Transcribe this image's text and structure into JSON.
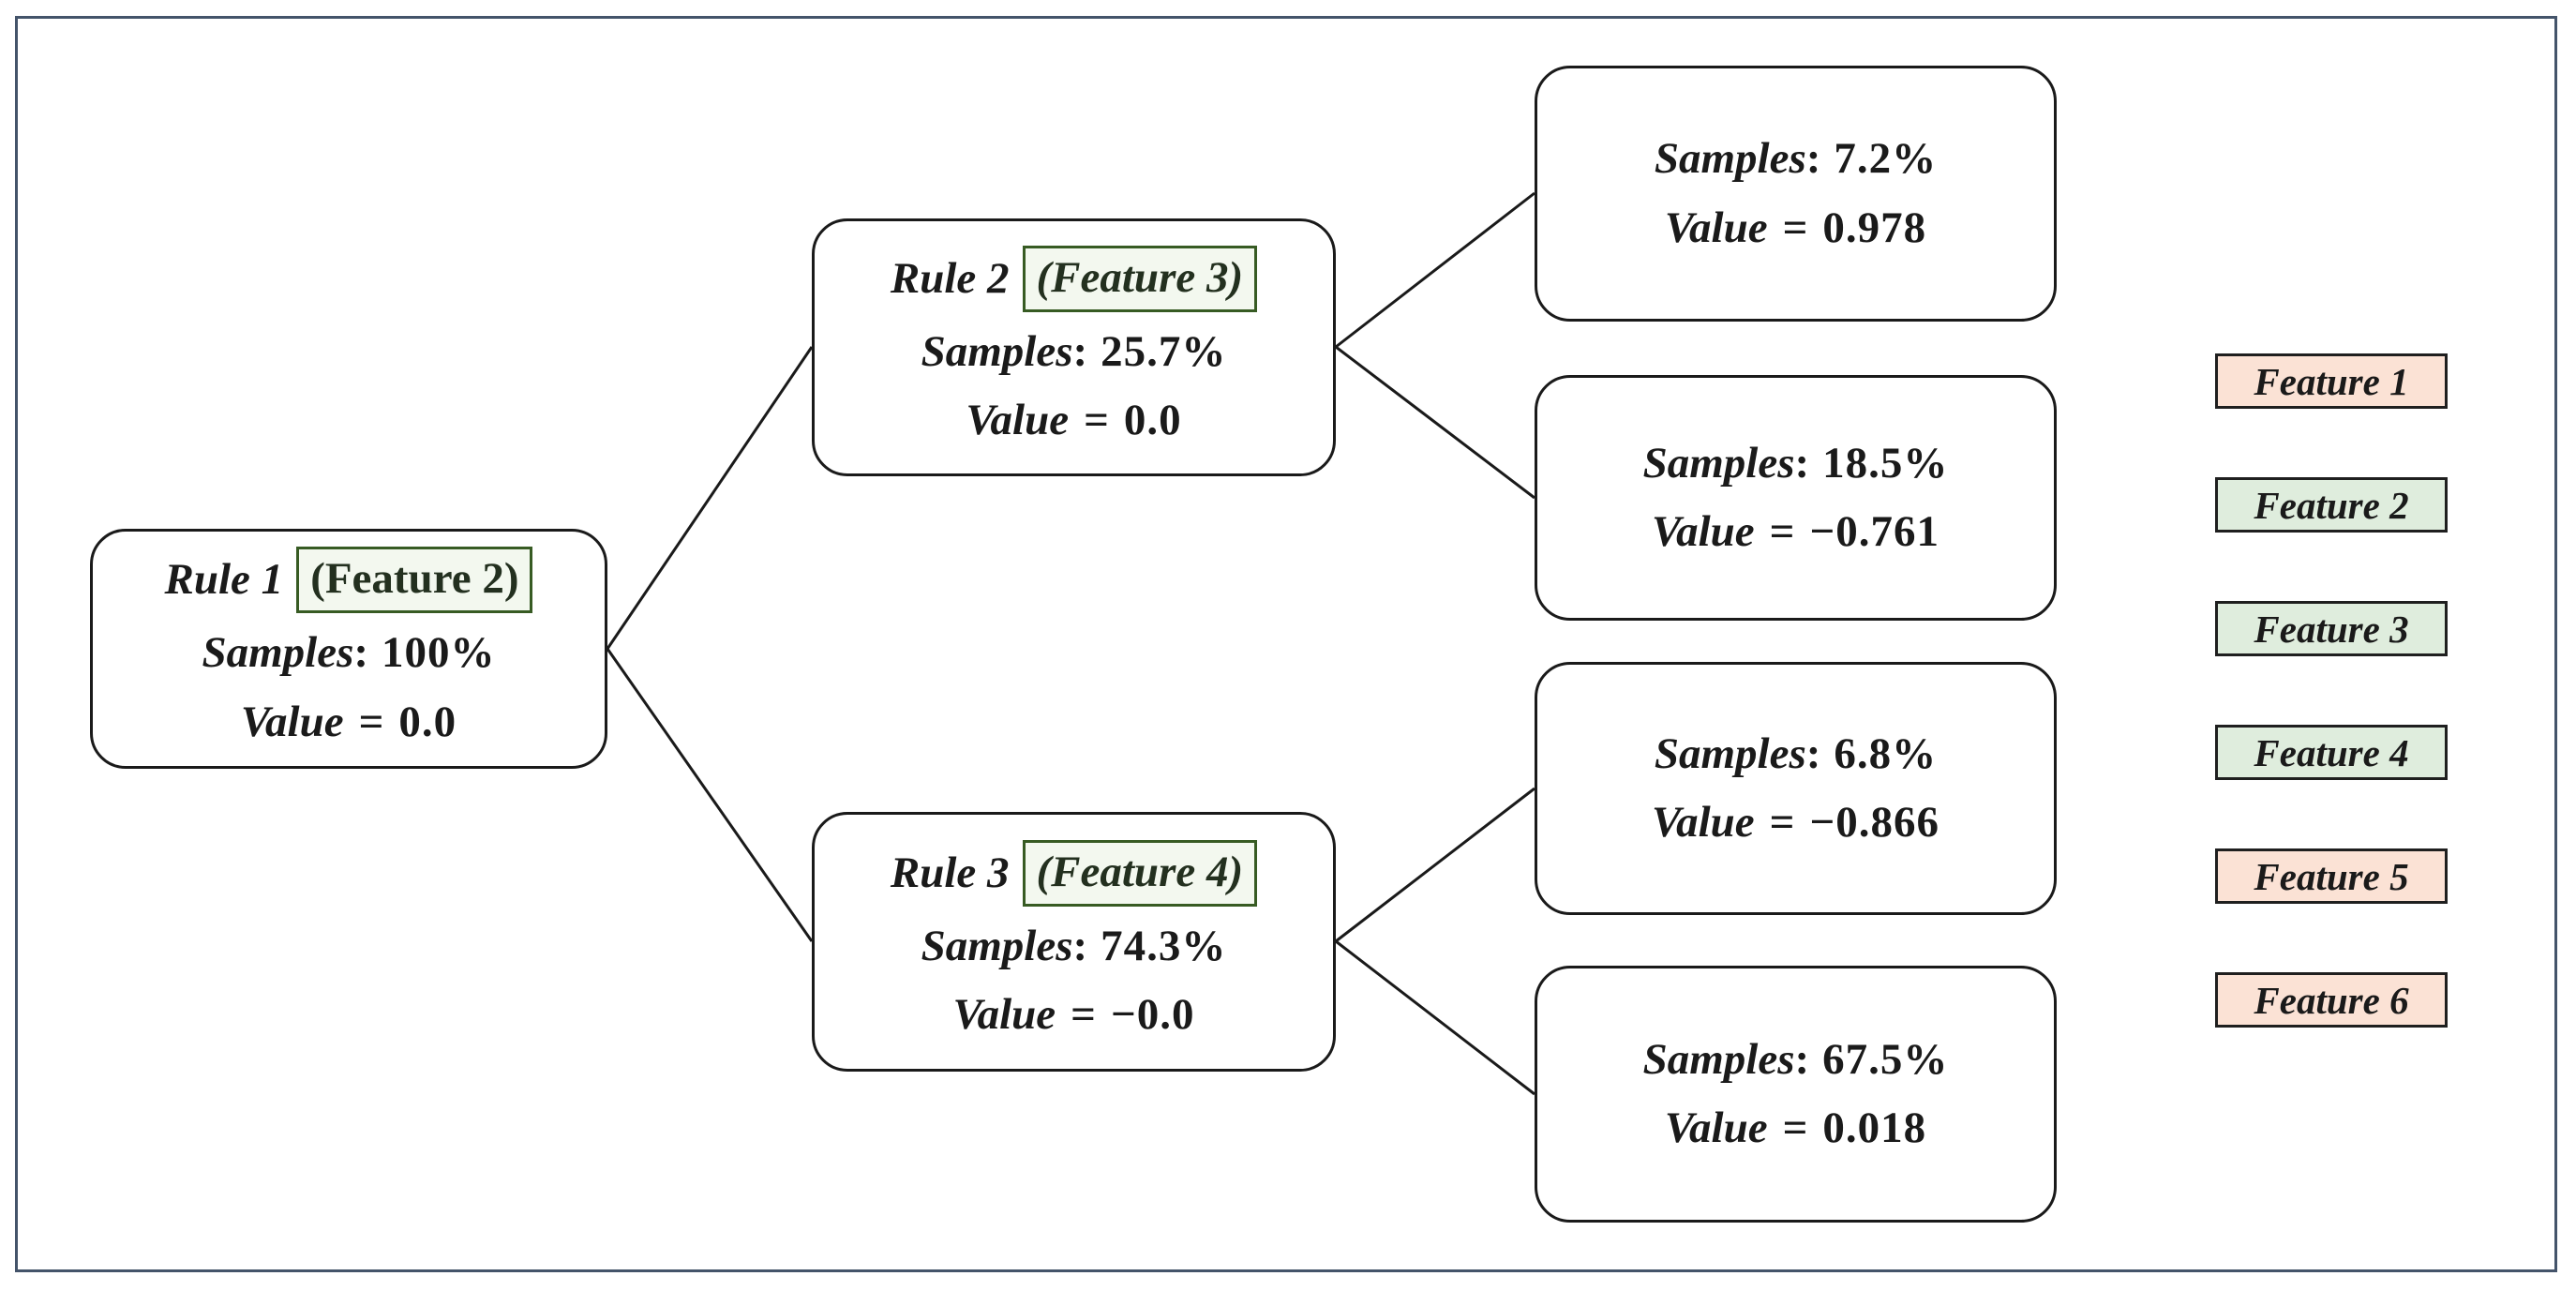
{
  "diagram_type": "decision-tree",
  "labels": {
    "samples": "Samples",
    "value": "Value",
    "colon": ":",
    "equals": "="
  },
  "tree": {
    "root": {
      "title": "Rule 1",
      "feature": "(Feature 2)",
      "samples": "100%",
      "value": "0.0"
    },
    "internal": [
      {
        "title": "Rule 2",
        "feature": "(Feature 3)",
        "samples": "25.7%",
        "value": "0.0"
      },
      {
        "title": "Rule 3",
        "feature": "(Feature 4)",
        "samples": "74.3%",
        "value": "−0.0"
      }
    ],
    "leaves": [
      {
        "samples": "7.2%",
        "value": "0.978"
      },
      {
        "samples": "18.5%",
        "value": "−0.761"
      },
      {
        "samples": "6.8%",
        "value": "−0.866"
      },
      {
        "samples": "67.5%",
        "value": "0.018"
      }
    ]
  },
  "legend": {
    "items": [
      {
        "label": "Feature 1",
        "fill": "#FBE2D5"
      },
      {
        "label": "Feature 2",
        "fill": "#DFEDDD"
      },
      {
        "label": "Feature 3",
        "fill": "#DFEDDD"
      },
      {
        "label": "Feature 4",
        "fill": "#DFEDDD"
      },
      {
        "label": "Feature 5",
        "fill": "#FBE2D5"
      },
      {
        "label": "Feature 6",
        "fill": "#FBE2D5"
      }
    ]
  },
  "colors": {
    "frame_border": "#44546A",
    "node_border": "#1A1A1A",
    "node_fill": "#FFFFFF",
    "feature_tag_border": "#375B23",
    "feature_tag_fill": "#F3F8EF",
    "connector": "#1A1A1A",
    "legend_peach": "#FBE2D5",
    "legend_green": "#DFEDDD"
  }
}
